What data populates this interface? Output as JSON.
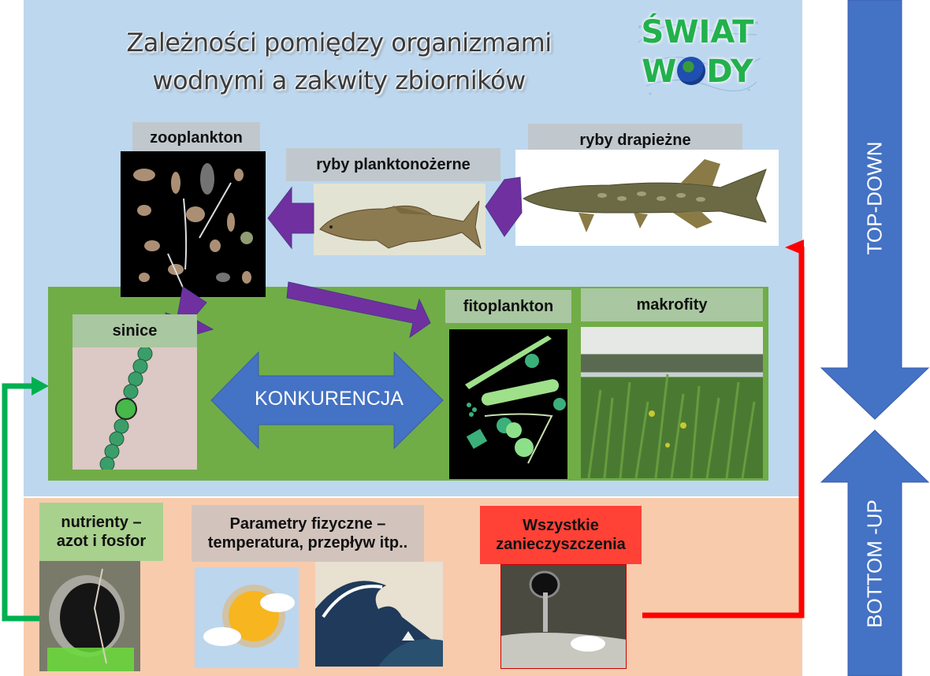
{
  "title": {
    "line1": "Zależności pomiędzy organizmami",
    "line2": "wodnymi a zakwity zbiorników"
  },
  "logo": {
    "line1": "ŚWIAT",
    "line2_a": "W",
    "line2_b": "DY",
    "globe_icon": "globe-icon"
  },
  "nodes": {
    "zooplankton": {
      "label": "zooplankton",
      "image": "zooplankton-microscopy"
    },
    "ryby_planktonozerne": {
      "label": "ryby planktonożerne",
      "image": "carp-illustration"
    },
    "ryby_drapiezne": {
      "label": "ryby drapieżne",
      "image": "pike-illustration"
    },
    "sinice": {
      "label": "sinice",
      "image": "cyanobacteria-filament"
    },
    "fitoplankton": {
      "label": "fitoplankton",
      "image": "phytoplankton-collage"
    },
    "makrofity": {
      "label": "makrofity",
      "image": "reeds-lake-photo"
    },
    "nutrienty": {
      "line1": "nutrienty –",
      "line2": "azot i fosfor",
      "image": "drain-pipe-algae"
    },
    "parametry": {
      "line1": "Parametry fizyczne –",
      "line2": "temperatura, przepływ itp..",
      "image_sun": "sun-clouds-icon",
      "image_wave": "great-wave-painting"
    },
    "zanieczyszczenia": {
      "line1": "Wszystkie",
      "line2": "zanieczyszczenia",
      "image": "polluted-outflow-photo"
    }
  },
  "competition": {
    "label": "KONKURENCJA"
  },
  "side_arrows": {
    "top_down": "TOP-DOWN",
    "bottom_up": "BOTTOM -UP"
  },
  "colors": {
    "top_panel": "#bdd7ee",
    "bottom_panel": "#f8cbad",
    "green_box": "#70ad47",
    "purple_arrow": "#7030a0",
    "blue_arrow": "#4472c4",
    "red_line": "#ff0000",
    "green_line": "#00b050"
  }
}
